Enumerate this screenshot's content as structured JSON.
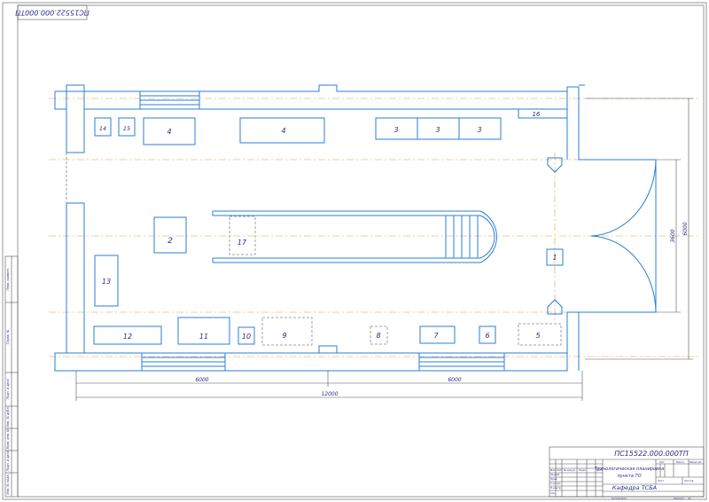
{
  "drawing": {
    "code": "ПС15522.000.000ТП",
    "code_rotated": "ПС15522.000.000ТП",
    "title_line1": "Технологическая планировка",
    "title_line2": "пункта ТО",
    "department": "Кафедра ТСБА",
    "dim_left": "6000",
    "dim_right": "6000",
    "dim_total": "12000",
    "dim_gate_inner": "3600",
    "dim_gate_outer": "6000"
  },
  "equipment": {
    "n1": "1",
    "n2": "2",
    "n3a": "3",
    "n3b": "3",
    "n3c": "3",
    "n4a": "4",
    "n4b": "4",
    "n5": "5",
    "n6": "6",
    "n7": "7",
    "n8": "8",
    "n9": "9",
    "n10": "10",
    "n11": "11",
    "n12": "12",
    "n13": "13",
    "n14": "14",
    "n15": "15",
    "n16": "16",
    "n17": "17"
  },
  "title_block": {
    "h_izm": "Изм",
    "h_list": "Лист",
    "h_doc": "№ докум.",
    "h_sign": "Подп.",
    "h_date": "Дата",
    "r_razrab": "Разраб.",
    "r_prov": "Пров.",
    "r_tkontr": "Т.контр.",
    "r_nkontr": "Н.контр.",
    "r_utv": "Утв.",
    "h_lit": "Лит.",
    "h_massa": "Масса",
    "h_masshtab": "Масштаб",
    "h_sheet": "Лист",
    "h_sheets": "Листов",
    "footer_copy": "Копировал",
    "footer_format": "Формат",
    "format_value": "А1"
  },
  "side_stamp": {
    "s1": "Перв. примен.",
    "s2": "Справ. №",
    "s3": "Подп. и дата",
    "s4": "Инв. № дубл.",
    "s5": "Взам. инв. №",
    "s6": "Подп. и дата",
    "s7": "Инв. № подл."
  }
}
